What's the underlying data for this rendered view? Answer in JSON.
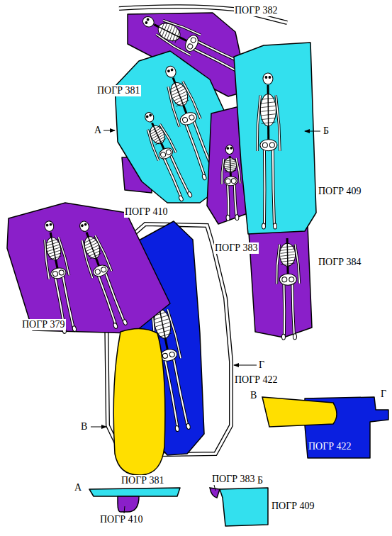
{
  "diagram": {
    "labels": [
      "ПОГР 382",
      "ПОГР 381",
      "А",
      "Б",
      "ПОГР 410",
      "ПОГР 409",
      "ПОГР 383",
      "ПОГР 384",
      "ПОГР 379",
      "Г",
      "ПОГР 422",
      "В",
      "В",
      "Г",
      "ПОГР 422",
      "А",
      "ПОГР 381",
      "ПОГР 383",
      "Б",
      "ПОГР 409",
      "ПОГР 410"
    ]
  }
}
